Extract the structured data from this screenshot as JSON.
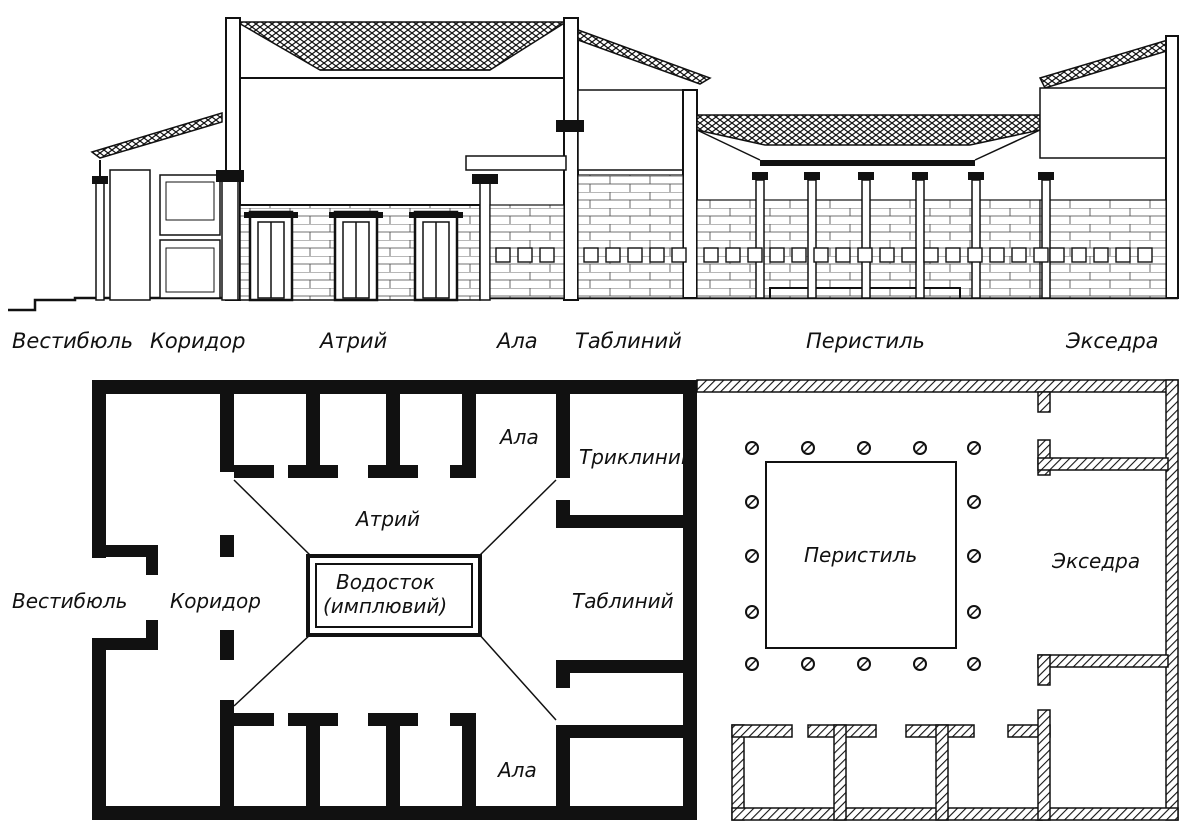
{
  "section_labels": {
    "vestibule": "Вестибюль",
    "corridor": "Коридор",
    "atrium": "Атрий",
    "ala": "Ала",
    "tablinum": "Таблиний",
    "peristyle": "Перистиль",
    "exedra": "Экседра"
  },
  "plan_labels": {
    "ala_top": "Ала",
    "triclinium": "Триклиний",
    "atrium": "Атрий",
    "impluvium_line1": "Водосток",
    "impluvium_line2": "(имплювий)",
    "vestibule": "Вестибюль",
    "corridor": "Коридор",
    "tablinum": "Таблиний",
    "peristyle": "Перистиль",
    "exedra": "Экседра",
    "ala_bottom": "Ала"
  },
  "colors": {
    "ink": "#111111",
    "paper": "#ffffff"
  }
}
